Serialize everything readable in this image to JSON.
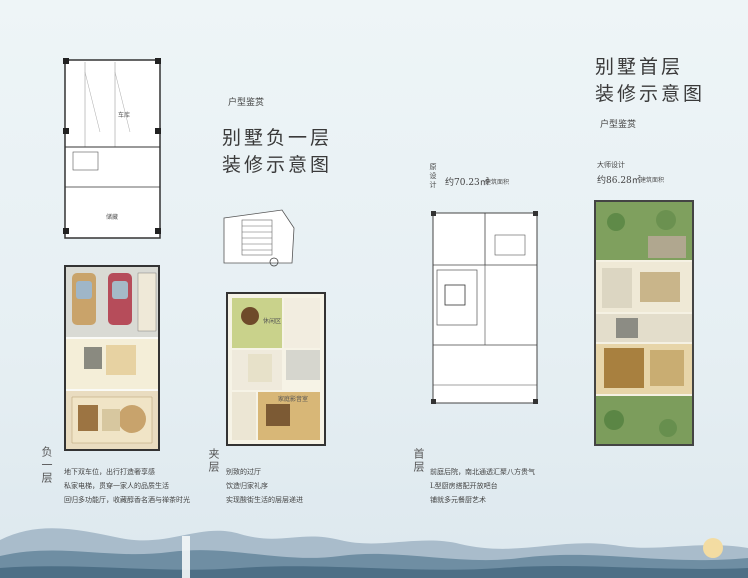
{
  "left_panel": {
    "tag": "户型鉴赏",
    "title_line1": "别墅负一层",
    "title_line2": "装修示意图",
    "room_label_a": "车库",
    "room_label_b": "储藏",
    "section_b1": "负一层",
    "section_mezz": "夹层",
    "b1_captions": [
      "地下双车位，出行打造奢享感",
      "私家电梯，贯穿一家人的品质生活",
      "回归多功能厅，收藏醇香名酒与禅茶时光"
    ],
    "mezz_captions": [
      "别致的过厅",
      "饮造归家礼序",
      "实现酸街生活的层层递进"
    ],
    "mezz_room_a": "休闲区",
    "mezz_room_b": "家庭影音室"
  },
  "right_panel": {
    "title_line1": "别墅首层",
    "title_line2": "装修示意图",
    "tag": "户型鉴赏",
    "orig_label": "原设计",
    "orig_area": "约70.23㎡",
    "orig_note": "建筑面积",
    "master_label": "大师设计",
    "master_area": "约86.28㎡",
    "master_note": "建筑面积",
    "section_1f": "首层",
    "captions_1f": [
      "前庭后院，南北通透汇聚八方贵气",
      "L型厨房搭配开放吧台",
      "铺就多元餐厨艺术"
    ]
  },
  "colors": {
    "grass": "#7a9a5a",
    "wood": "#a0783c",
    "mountain": "#6f8ea3"
  }
}
